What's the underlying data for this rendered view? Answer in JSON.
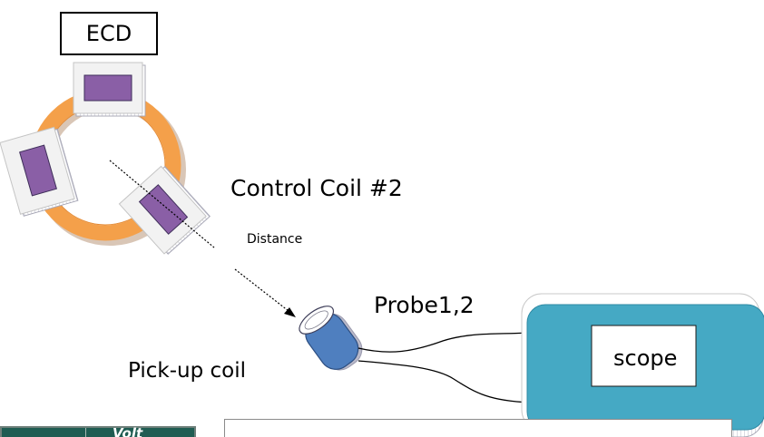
{
  "labels": {
    "ecd": "ECD",
    "control_coil": "Control Coil #2",
    "distance": "Distance",
    "probe": "Probe1,2",
    "pickup_coil": "Pick-up coil",
    "scope": "scope",
    "table_fragment_header": "Volt"
  },
  "colors": {
    "ring": "#f4a04a",
    "coil_purple": "#8a5fa6",
    "scope_fill": "#45a9c4",
    "pickup_coil_fill": "#4f7fbf",
    "table_header_fill": "#1f5c52"
  },
  "icons": [
    "ring-coil-icon",
    "pickup-coil-icon",
    "scope-device-icon"
  ]
}
